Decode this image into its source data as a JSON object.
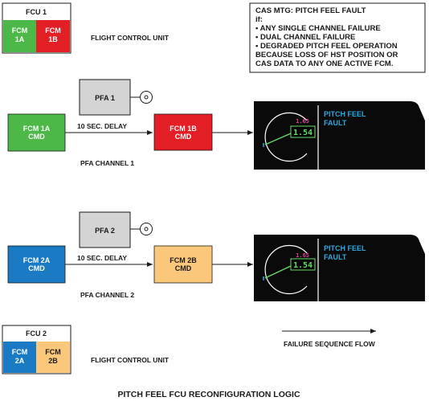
{
  "fcu1": {
    "title": "FCU 1",
    "left": [
      "FCM",
      "1A"
    ],
    "right": [
      "FCM",
      "1B"
    ],
    "label": "FLIGHT CONTROL UNIT"
  },
  "fcu2": {
    "title": "FCU 2",
    "left": [
      "FCM",
      "2A"
    ],
    "right": [
      "FCM",
      "2B"
    ],
    "label": "FLIGHT CONTROL UNIT"
  },
  "cas": {
    "lines": [
      "CAS MTG: PITCH FEEL FAULT",
      "if:",
      "• ANY SINGLE CHANNEL FAILURE",
      "• DUAL CHANNEL FAILURE",
      "• DEGRADED PITCH FEEL OPERATION",
      "BECAUSE LOSS OF HST POSITION OR",
      "CAS DATA TO ANY ONE ACTIVE FCM."
    ]
  },
  "channel1": {
    "pfa": "PFA 1",
    "src": [
      "FCM 1A",
      "CMD"
    ],
    "dst": [
      "FCM 1B",
      "CMD"
    ],
    "delay": "10 SEC. DELAY",
    "caption": "PFA CHANNEL 1",
    "display": {
      "msg": [
        "PITCH FEEL",
        "FAULT"
      ],
      "small": "1.65",
      "big": "1.54"
    }
  },
  "channel2": {
    "pfa": "PFA 2",
    "src": [
      "FCM 2A",
      "CMD"
    ],
    "dst": [
      "FCM 2B",
      "CMD"
    ],
    "delay": "10 SEC. DELAY",
    "caption": "PFA CHANNEL 2",
    "display": {
      "msg": [
        "PITCH FEEL",
        "FAULT"
      ],
      "small": "1.65",
      "big": "1.54"
    }
  },
  "flow_label": "FAILURE SEQUENCE FLOW",
  "title": "PITCH FEEL FCU RECONFIGURATION LOGIC",
  "colors": {
    "green": "#4cb848",
    "red": "#e31e25",
    "blue": "#1a7bc4",
    "orange": "#fbc77a",
    "gray": "#d4d4d4",
    "cyan": "#2ba8e0",
    "magenta": "#e040a0",
    "display_green": "#66dd66"
  }
}
